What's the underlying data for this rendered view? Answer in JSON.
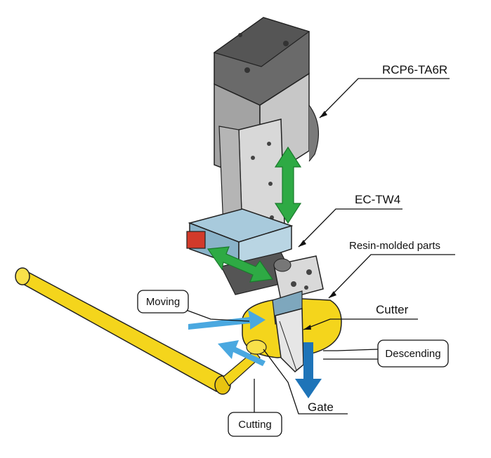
{
  "labels": {
    "actuator": "RCP6-TA6R",
    "gripper": "EC-TW4",
    "parts": "Resin-molded parts",
    "cutter": "Cutter",
    "gate": "Gate"
  },
  "callouts": {
    "moving": "Moving",
    "descending": "Descending",
    "cutting": "Cutting"
  },
  "colors": {
    "actuator_body": "#8a8a8a",
    "actuator_top": "#5e5e5e",
    "gripper_blue": "#9fc3d6",
    "green_arrow": "#2eaa44",
    "blue_arrow": "#4aa8e0",
    "dark_blue_arrow": "#1e74b8",
    "yellow_rod": "#f2d21a",
    "red_part": "#d23a2a"
  }
}
